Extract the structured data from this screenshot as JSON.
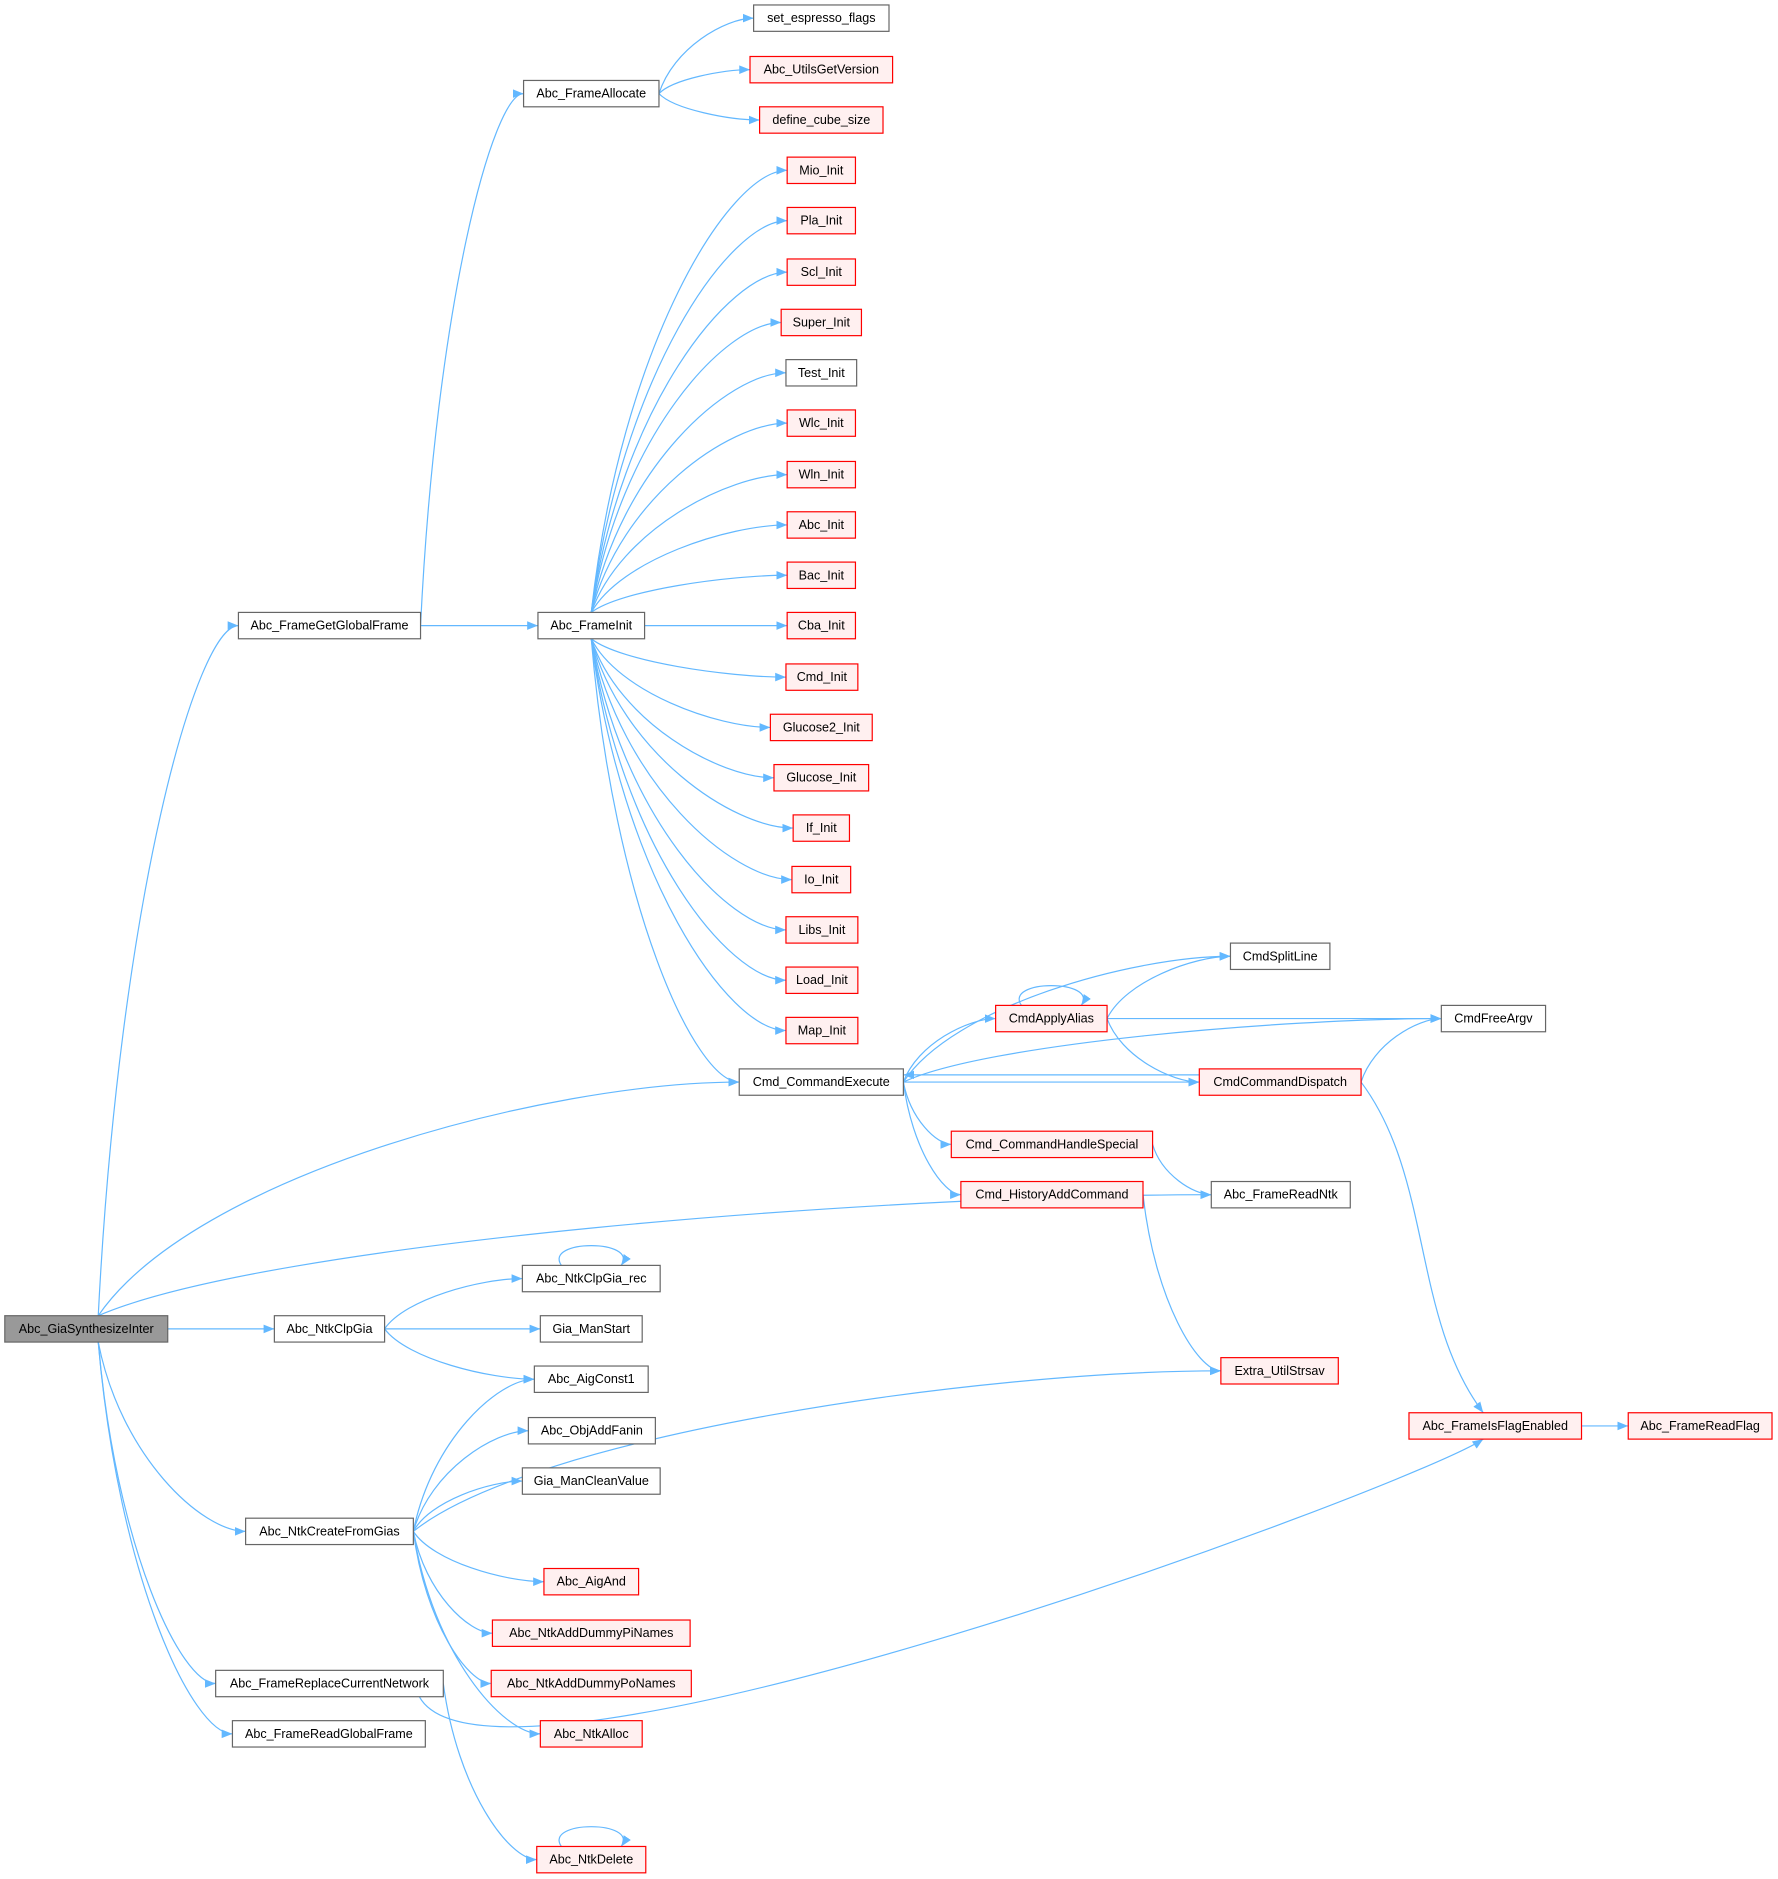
{
  "diagram": {
    "type": "call-graph",
    "colors": {
      "edge": "#63b8ff",
      "red_border": "#ff0000",
      "red_fill": "#fff0f0",
      "normal_border": "#666666",
      "root_fill": "#999999"
    },
    "nodes": [
      {
        "id": "root",
        "label": "Abc_GiaSynthesizeInter",
        "style": "root"
      },
      {
        "id": "getglobal",
        "label": "Abc_FrameGetGlobalFrame",
        "style": "normal"
      },
      {
        "id": "alloc",
        "label": "Abc_FrameAllocate",
        "style": "normal"
      },
      {
        "id": "espresso",
        "label": "set_espresso_flags",
        "style": "normal"
      },
      {
        "id": "getver",
        "label": "Abc_UtilsGetVersion",
        "style": "red"
      },
      {
        "id": "cube",
        "label": "define_cube_size",
        "style": "red"
      },
      {
        "id": "frameinit",
        "label": "Abc_FrameInit",
        "style": "normal"
      },
      {
        "id": "mio",
        "label": "Mio_Init",
        "style": "red"
      },
      {
        "id": "pla",
        "label": "Pla_Init",
        "style": "red"
      },
      {
        "id": "scl",
        "label": "Scl_Init",
        "style": "red"
      },
      {
        "id": "super",
        "label": "Super_Init",
        "style": "red"
      },
      {
        "id": "test",
        "label": "Test_Init",
        "style": "normal"
      },
      {
        "id": "wlc",
        "label": "Wlc_Init",
        "style": "red"
      },
      {
        "id": "wln",
        "label": "Wln_Init",
        "style": "red"
      },
      {
        "id": "abcinit",
        "label": "Abc_Init",
        "style": "red"
      },
      {
        "id": "bac",
        "label": "Bac_Init",
        "style": "red"
      },
      {
        "id": "cba",
        "label": "Cba_Init",
        "style": "red"
      },
      {
        "id": "cmdinit",
        "label": "Cmd_Init",
        "style": "red"
      },
      {
        "id": "glu2",
        "label": "Glucose2_Init",
        "style": "red"
      },
      {
        "id": "glu",
        "label": "Glucose_Init",
        "style": "red"
      },
      {
        "id": "if",
        "label": "If_Init",
        "style": "red"
      },
      {
        "id": "io",
        "label": "Io_Init",
        "style": "red"
      },
      {
        "id": "libs",
        "label": "Libs_Init",
        "style": "red"
      },
      {
        "id": "load",
        "label": "Load_Init",
        "style": "red"
      },
      {
        "id": "map",
        "label": "Map_Init",
        "style": "red"
      },
      {
        "id": "cmdexec",
        "label": "Cmd_CommandExecute",
        "style": "normal"
      },
      {
        "id": "alias",
        "label": "CmdApplyAlias",
        "style": "red"
      },
      {
        "id": "split",
        "label": "CmdSplitLine",
        "style": "normal"
      },
      {
        "id": "freeargv",
        "label": "CmdFreeArgv",
        "style": "normal"
      },
      {
        "id": "dispatch",
        "label": "CmdCommandDispatch",
        "style": "red"
      },
      {
        "id": "special",
        "label": "Cmd_CommandHandleSpecial",
        "style": "red"
      },
      {
        "id": "history",
        "label": "Cmd_HistoryAddCommand",
        "style": "red"
      },
      {
        "id": "readntk",
        "label": "Abc_FrameReadNtk",
        "style": "normal"
      },
      {
        "id": "strsav",
        "label": "Extra_UtilStrsav",
        "style": "red"
      },
      {
        "id": "flagen",
        "label": "Abc_FrameIsFlagEnabled",
        "style": "red"
      },
      {
        "id": "readflag",
        "label": "Abc_FrameReadFlag",
        "style": "red"
      },
      {
        "id": "clpgia",
        "label": "Abc_NtkClpGia",
        "style": "normal"
      },
      {
        "id": "clprec",
        "label": "Abc_NtkClpGia_rec",
        "style": "normal"
      },
      {
        "id": "manstart",
        "label": "Gia_ManStart",
        "style": "normal"
      },
      {
        "id": "const1",
        "label": "Abc_AigConst1",
        "style": "normal"
      },
      {
        "id": "addfanin",
        "label": "Abc_ObjAddFanin",
        "style": "normal"
      },
      {
        "id": "cleanval",
        "label": "Gia_ManCleanValue",
        "style": "normal"
      },
      {
        "id": "create",
        "label": "Abc_NtkCreateFromGias",
        "style": "normal"
      },
      {
        "id": "aigand",
        "label": "Abc_AigAnd",
        "style": "red"
      },
      {
        "id": "pinames",
        "label": "Abc_NtkAddDummyPiNames",
        "style": "red"
      },
      {
        "id": "ponames",
        "label": "Abc_NtkAddDummyPoNames",
        "style": "red"
      },
      {
        "id": "ntkalloc",
        "label": "Abc_NtkAlloc",
        "style": "red"
      },
      {
        "id": "replace",
        "label": "Abc_FrameReplaceCurrentNetwork",
        "style": "normal"
      },
      {
        "id": "readglobal",
        "label": "Abc_FrameReadGlobalFrame",
        "style": "normal"
      },
      {
        "id": "ntkdelete",
        "label": "Abc_NtkDelete",
        "style": "red"
      }
    ],
    "edges": [
      [
        "root",
        "getglobal"
      ],
      [
        "root",
        "cmdexec"
      ],
      [
        "root",
        "readntk"
      ],
      [
        "root",
        "clpgia"
      ],
      [
        "root",
        "create"
      ],
      [
        "root",
        "replace"
      ],
      [
        "root",
        "readglobal"
      ],
      [
        "getglobal",
        "alloc"
      ],
      [
        "getglobal",
        "frameinit"
      ],
      [
        "alloc",
        "espresso"
      ],
      [
        "alloc",
        "getver"
      ],
      [
        "alloc",
        "cube"
      ],
      [
        "frameinit",
        "mio"
      ],
      [
        "frameinit",
        "pla"
      ],
      [
        "frameinit",
        "scl"
      ],
      [
        "frameinit",
        "super"
      ],
      [
        "frameinit",
        "test"
      ],
      [
        "frameinit",
        "wlc"
      ],
      [
        "frameinit",
        "wln"
      ],
      [
        "frameinit",
        "abcinit"
      ],
      [
        "frameinit",
        "bac"
      ],
      [
        "frameinit",
        "cba"
      ],
      [
        "frameinit",
        "cmdinit"
      ],
      [
        "frameinit",
        "glu2"
      ],
      [
        "frameinit",
        "glu"
      ],
      [
        "frameinit",
        "if"
      ],
      [
        "frameinit",
        "io"
      ],
      [
        "frameinit",
        "libs"
      ],
      [
        "frameinit",
        "load"
      ],
      [
        "frameinit",
        "map"
      ],
      [
        "frameinit",
        "cmdexec"
      ],
      [
        "cmdexec",
        "alias"
      ],
      [
        "cmdexec",
        "split"
      ],
      [
        "cmdexec",
        "freeargv"
      ],
      [
        "cmdexec",
        "dispatch"
      ],
      [
        "cmdexec",
        "special"
      ],
      [
        "cmdexec",
        "history"
      ],
      [
        "alias",
        "alias"
      ],
      [
        "alias",
        "split"
      ],
      [
        "alias",
        "freeargv"
      ],
      [
        "alias",
        "dispatch"
      ],
      [
        "dispatch",
        "cmdexec"
      ],
      [
        "dispatch",
        "freeargv"
      ],
      [
        "dispatch",
        "flagen"
      ],
      [
        "special",
        "readntk"
      ],
      [
        "history",
        "strsav"
      ],
      [
        "flagen",
        "readflag"
      ],
      [
        "clpgia",
        "clprec"
      ],
      [
        "clpgia",
        "manstart"
      ],
      [
        "clpgia",
        "const1"
      ],
      [
        "clprec",
        "clprec"
      ],
      [
        "create",
        "const1"
      ],
      [
        "create",
        "addfanin"
      ],
      [
        "create",
        "cleanval"
      ],
      [
        "create",
        "strsav"
      ],
      [
        "create",
        "aigand"
      ],
      [
        "create",
        "pinames"
      ],
      [
        "create",
        "ponames"
      ],
      [
        "create",
        "ntkalloc"
      ],
      [
        "replace",
        "flagen"
      ],
      [
        "replace",
        "ntkdelete"
      ],
      [
        "ntkdelete",
        "ntkdelete"
      ]
    ]
  }
}
